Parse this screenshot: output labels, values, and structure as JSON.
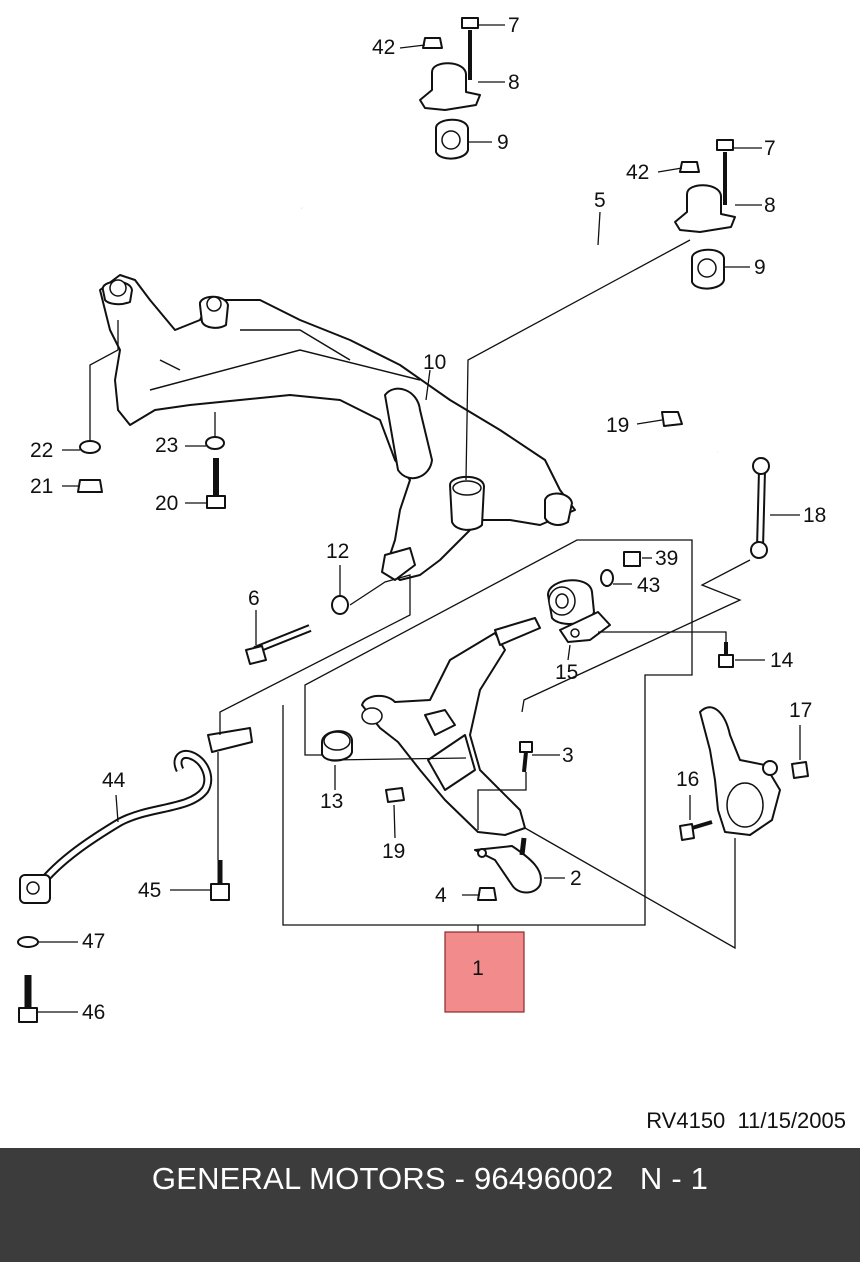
{
  "callouts": {
    "c1": "1",
    "c2": "2",
    "c3": "3",
    "c4": "4",
    "c5": "5",
    "c6": "6",
    "c7a": "7",
    "c7b": "7",
    "c8a": "8",
    "c8b": "8",
    "c9a": "9",
    "c9b": "9",
    "c10": "10",
    "c12": "12",
    "c13": "13",
    "c14": "14",
    "c15": "15",
    "c16": "16",
    "c17": "17",
    "c18": "18",
    "c19a": "19",
    "c19b": "19",
    "c20": "20",
    "c21": "21",
    "c22": "22",
    "c23": "23",
    "c39": "39",
    "c42a": "42",
    "c42b": "42",
    "c43": "43",
    "c44": "44",
    "c45": "45",
    "c46": "46",
    "c47": "47"
  },
  "highlight": {
    "label": "1",
    "color": "#f28b8b"
  },
  "drawing_ref": "RV4150  11/15/2005",
  "footer": {
    "text": "GENERAL MOTORS - 96496002   N - 1",
    "background": "#3c3c3c"
  }
}
